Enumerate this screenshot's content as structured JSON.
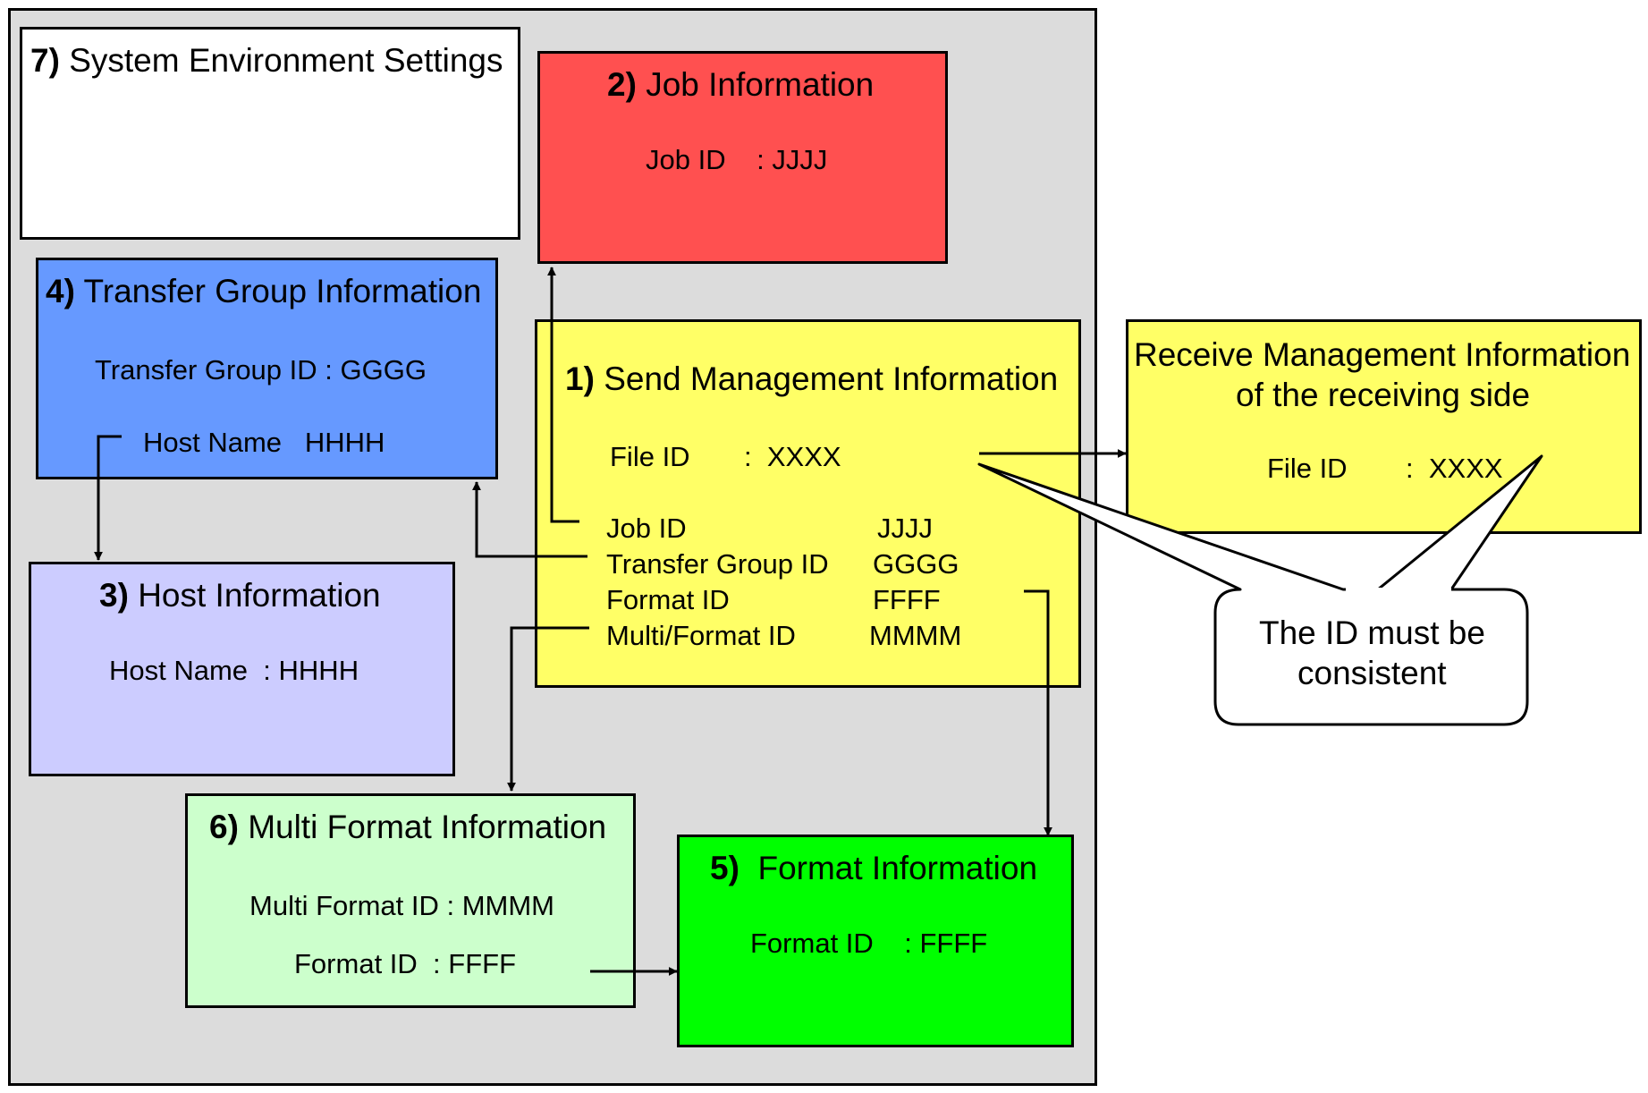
{
  "colors": {
    "system_bg": "#dcdcdc",
    "system_env": "#ffffff",
    "job": "#ff5050",
    "send": "#ffff66",
    "transfer_group": "#6699ff",
    "host": "#ccccff",
    "multi_format": "#ccffcc",
    "format": "#00ff00",
    "receive": "#ffff66",
    "callout": "#ffffff"
  },
  "system_env": {
    "num": "7)",
    "title": "System Environment Settings"
  },
  "job_info": {
    "num": "2)",
    "title": "Job Information",
    "field": "Job ID",
    "sep": ":",
    "value": "JJJJ"
  },
  "transfer_group_info": {
    "num": "4)",
    "title": "Transfer Group Information",
    "field1": "Transfer Group ID : GGGG",
    "field2_label": "Host Name",
    "field2_value": "HHHH"
  },
  "host_info": {
    "num": "3)",
    "title": "Host Information",
    "field": "Host Name",
    "sep": ":",
    "value": "HHHH"
  },
  "send_mgmt": {
    "num": "1)",
    "title": "Send Management Information",
    "file_label": "File ID",
    "file_sep": ":",
    "file_value": "XXXX",
    "rows": [
      {
        "label": "Job ID",
        "value": "JJJJ"
      },
      {
        "label": "Transfer Group ID",
        "value": "GGGG"
      },
      {
        "label": "Format ID",
        "value": "FFFF"
      },
      {
        "label": "Multi/Format ID",
        "value": "MMMM"
      }
    ]
  },
  "multi_format_info": {
    "num": "6)",
    "title": "Multi Format Information",
    "field1": "Multi Format ID : MMMM",
    "field2": "Format ID",
    "field2_sep": ":",
    "field2_value": "FFFF"
  },
  "format_info": {
    "num": "5)",
    "title": "Format Information",
    "field": "Format ID",
    "sep": ":",
    "value": "FFFF"
  },
  "receive_mgmt": {
    "title_line1": "Receive Management Information",
    "title_line2": "of the receiving side",
    "file_label": "File ID",
    "file_sep": ":",
    "file_value": "XXXX"
  },
  "callout": {
    "line1": "The ID must be",
    "line2": "consistent"
  }
}
